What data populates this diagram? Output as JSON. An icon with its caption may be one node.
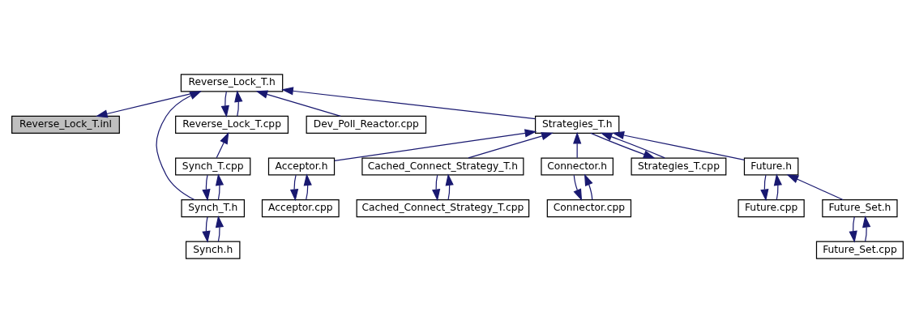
{
  "diagram": {
    "nodes": [
      {
        "text": [
          "Reverse_Lock_T.inl"
        ]
      },
      {
        "text": [
          "Reverse_Lock_T.h"
        ]
      },
      {
        "text": [
          "Strategies_T.h"
        ]
      },
      {
        "text": [
          "Reverse_Lock_T.cpp"
        ]
      },
      {
        "text": [
          "Dev_Poll_Reactor.cpp"
        ]
      },
      {
        "text": [
          "Acceptor.h"
        ]
      },
      {
        "text": [
          "Strategies_T.cpp"
        ]
      },
      {
        "text": [
          "Cached_Connect_Strategy_T.h"
        ]
      },
      {
        "text": [
          "Connector.h"
        ]
      },
      {
        "text": [
          "Future.h"
        ]
      },
      {
        "text": [
          "Synch_T.cpp"
        ]
      },
      {
        "text": [
          "Acceptor.cpp"
        ]
      },
      {
        "text": [
          "Cached_Connect_Strategy_T.cpp"
        ]
      },
      {
        "text": [
          "Connector.cpp"
        ]
      },
      {
        "text": [
          "Future.cpp"
        ]
      },
      {
        "text": [
          "Future_Set.h"
        ]
      },
      {
        "text": [
          "Synch_T.h"
        ]
      },
      {
        "text": [
          "Future_Set.cpp"
        ]
      },
      {
        "text": [
          "Synch.h"
        ]
      }
    ],
    "edges": [
      {
        "from": 1,
        "to": 0,
        "arrow": "to"
      },
      {
        "from": 2,
        "to": 1,
        "arrow": "to"
      },
      {
        "from": 3,
        "to": 1,
        "arrow": "to"
      },
      {
        "from": 1,
        "to": 3,
        "arrow": "to"
      },
      {
        "from": 4,
        "to": 1,
        "arrow": "to"
      },
      {
        "from": 16,
        "to": 1,
        "arrow": "to"
      },
      {
        "from": 5,
        "to": 2,
        "arrow": "to"
      },
      {
        "from": 6,
        "to": 2,
        "arrow": "to"
      },
      {
        "from": 2,
        "to": 6,
        "arrow": "to"
      },
      {
        "from": 7,
        "to": 2,
        "arrow": "to"
      },
      {
        "from": 8,
        "to": 2,
        "arrow": "to"
      },
      {
        "from": 9,
        "to": 2,
        "arrow": "to"
      },
      {
        "from": 10,
        "to": 3,
        "arrow": "to"
      },
      {
        "from": 16,
        "to": 10,
        "arrow": "to"
      },
      {
        "from": 10,
        "to": 16,
        "arrow": "to"
      },
      {
        "from": 11,
        "to": 5,
        "arrow": "to"
      },
      {
        "from": 5,
        "to": 11,
        "arrow": "to"
      },
      {
        "from": 12,
        "to": 7,
        "arrow": "to"
      },
      {
        "from": 7,
        "to": 12,
        "arrow": "to"
      },
      {
        "from": 13,
        "to": 8,
        "arrow": "to"
      },
      {
        "from": 8,
        "to": 13,
        "arrow": "to"
      },
      {
        "from": 14,
        "to": 9,
        "arrow": "to"
      },
      {
        "from": 9,
        "to": 14,
        "arrow": "to"
      },
      {
        "from": 15,
        "to": 9,
        "arrow": "to"
      },
      {
        "from": 17,
        "to": 15,
        "arrow": "to"
      },
      {
        "from": 15,
        "to": 17,
        "arrow": "to"
      },
      {
        "from": 18,
        "to": 16,
        "arrow": "to"
      },
      {
        "from": 16,
        "to": 18,
        "arrow": "to"
      }
    ]
  }
}
